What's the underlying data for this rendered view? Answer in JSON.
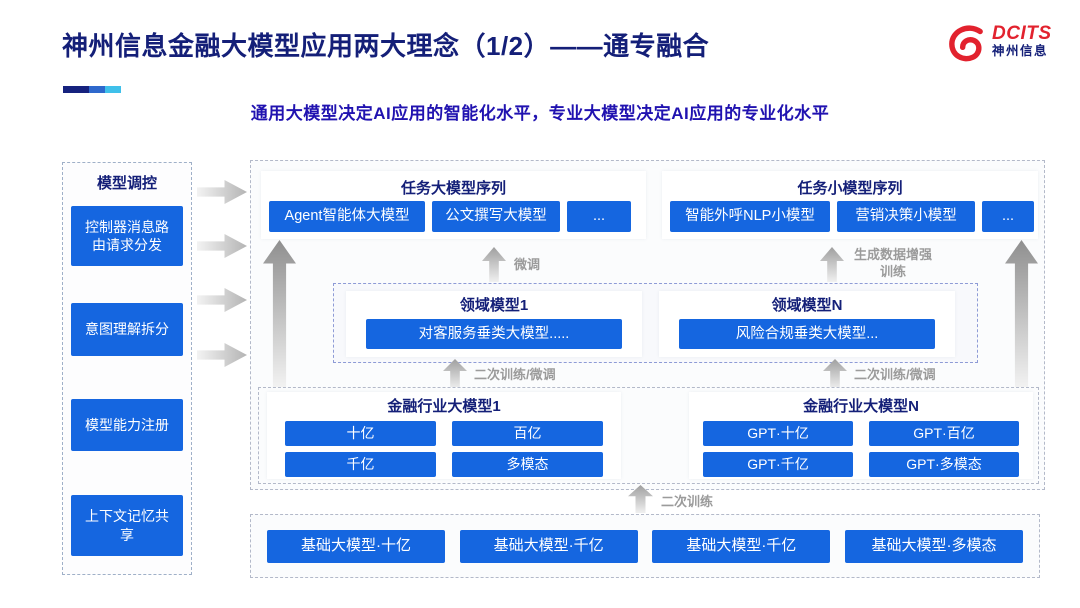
{
  "slide": {
    "title": "神州信息金融大模型应用两大理念（1/2）——通专融合",
    "subtitle": "通用大模型决定AI应用的智能化水平，专业大模型决定AI应用的专业化水平",
    "logo": {
      "brand": "DCITS",
      "company": "神州信息"
    }
  },
  "sidebar": {
    "title": "模型调控",
    "items": [
      {
        "label": "控制器消息路由请求分发"
      },
      {
        "label": "意图理解拆分"
      },
      {
        "label": "模型能力注册"
      },
      {
        "label": "上下文记忆共享"
      }
    ]
  },
  "diagram": {
    "task_large": {
      "title": "任务大模型序列",
      "items": [
        "Agent智能体大模型",
        "公文撰写大模型",
        "..."
      ]
    },
    "task_small": {
      "title": "任务小模型序列",
      "items": [
        "智能外呼NLP小模型",
        "营销决策小模型",
        "..."
      ]
    },
    "arrow_labels": {
      "fine_tune": "微调",
      "gen_data_train": "生成数据增强训练",
      "secondary_ft_left": "二次训练/微调",
      "secondary_ft_right": "二次训练/微调",
      "secondary_train": "二次训练"
    },
    "domain_groups": [
      {
        "title": "领域模型1",
        "model": "对客服务垂类大模型....."
      },
      {
        "title": "领域模型N",
        "model": "风险合规垂类大模型..."
      }
    ],
    "industry_groups": [
      {
        "title": "金融行业大模型1",
        "models": [
          "十亿",
          "百亿",
          "千亿",
          "多模态"
        ]
      },
      {
        "title": "金融行业大模型N",
        "models": [
          "GPT·十亿",
          "GPT·百亿",
          "GPT·千亿",
          "GPT·多模态"
        ]
      }
    ],
    "base_models": [
      "基础大模型·十亿",
      "基础大模型·千亿",
      "基础大模型·千亿",
      "基础大模型·多模态"
    ]
  },
  "colors": {
    "accent_blue": "#1566e0",
    "title_navy": "#141f78",
    "subtitle_blue": "#2012b0",
    "logo_red": "#e2222e",
    "label_gray": "#9b9b9b"
  }
}
